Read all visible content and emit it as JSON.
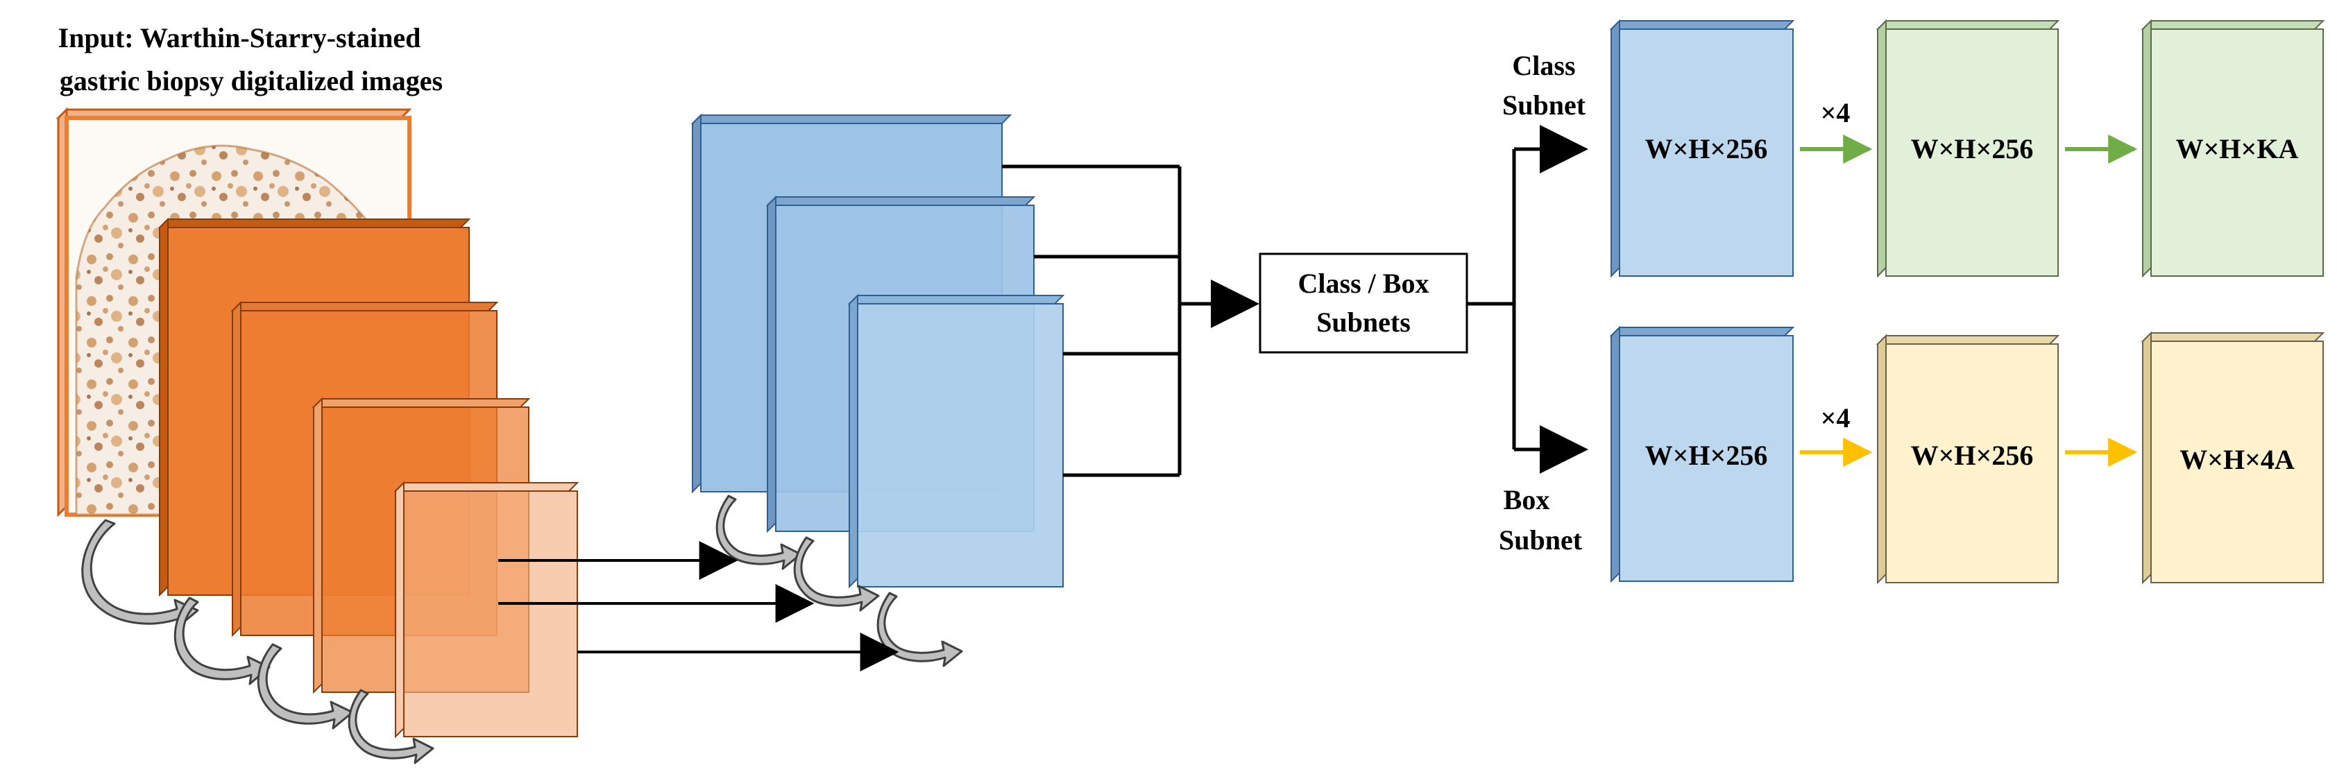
{
  "input": {
    "line1": "Input: Warthin-Starry-stained",
    "line2": "gastric biopsy digitalized images"
  },
  "subnets_box": {
    "line1": "Class / Box",
    "line2": "Subnets"
  },
  "class_branch": {
    "label_line1": "Class",
    "label_line2": "Subnet",
    "repeat_label": "×4",
    "block1": "W×H×256",
    "block2": "W×H×256",
    "block3": "W×H×KA"
  },
  "box_branch": {
    "label_line1": "Box",
    "label_line2": "Subnet",
    "repeat_label": "×4",
    "block1": "W×H×256",
    "block2": "W×H×256",
    "block3": "W×H×4A"
  },
  "colors": {
    "backbone_dark": "#ed7d31",
    "backbone_light": "#f8cbad",
    "fpn_blue": "#9dc3e6",
    "class_green": "#e2f0d9",
    "class_arrow": "#70ad47",
    "box_yellow": "#fff2cc",
    "box_arrow": "#ffc000"
  }
}
